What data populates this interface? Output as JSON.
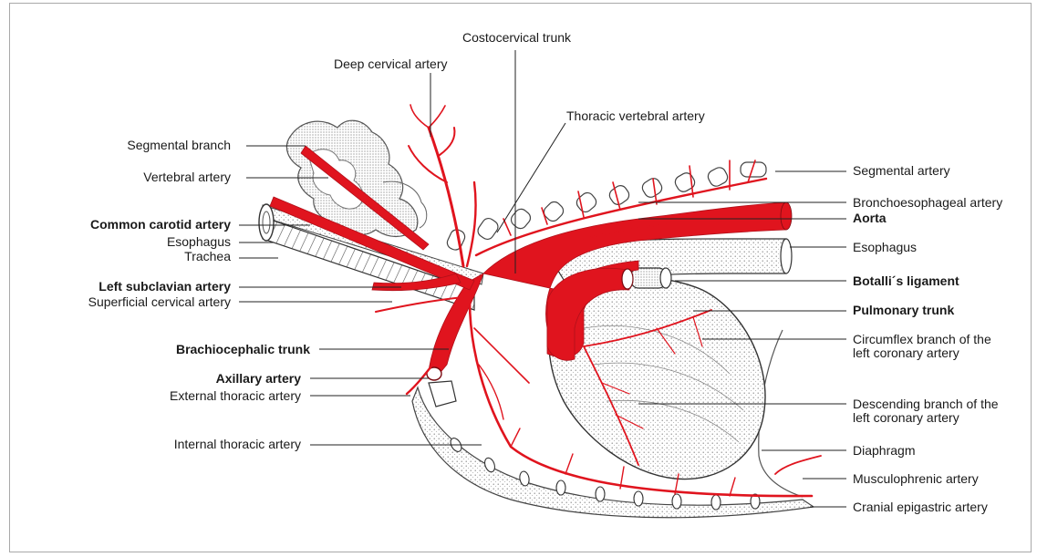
{
  "colors": {
    "artery": "#e0141e",
    "artery_dark": "#b0101a",
    "leader": "#222222",
    "stipple": "#9a9a9a",
    "frame": "#a9a9a9"
  },
  "labels": {
    "costocervical_trunk": "Costocervical trunk",
    "deep_cervical_artery": "Deep cervical artery",
    "thoracic_vertebral_artery": "Thoracic vertebral artery",
    "segmental_branch": "Segmental branch",
    "vertebral_artery": "Vertebral artery",
    "common_carotid_artery": "Common carotid artery",
    "esophagus_left": "Esophagus",
    "trachea": "Trachea",
    "left_subclavian_artery": "Left subclavian artery",
    "superficial_cervical_artery": "Superficial cervical artery",
    "brachiocephalic_trunk": "Brachiocephalic trunk",
    "axillary_artery": "Axillary artery",
    "external_thoracic_artery": "External thoracic artery",
    "internal_thoracic_artery": "Internal thoracic artery",
    "segmental_artery": "Segmental artery",
    "bronchoesophageal_artery": "Bronchoesophageal artery",
    "aorta": "Aorta",
    "esophagus_right": "Esophagus",
    "botallis_ligament": "Botalli´s ligament",
    "pulmonary_trunk": "Pulmonary trunk",
    "circumflex_line1": "Circumflex branch of the",
    "circumflex_line2": "left coronary artery",
    "descending_line1": "Descending branch of the",
    "descending_line2": "left coronary artery",
    "diaphragm": "Diaphragm",
    "musculophrenic_artery": "Musculophrenic artery",
    "cranial_epigastric_artery": "Cranial epigastric artery"
  }
}
